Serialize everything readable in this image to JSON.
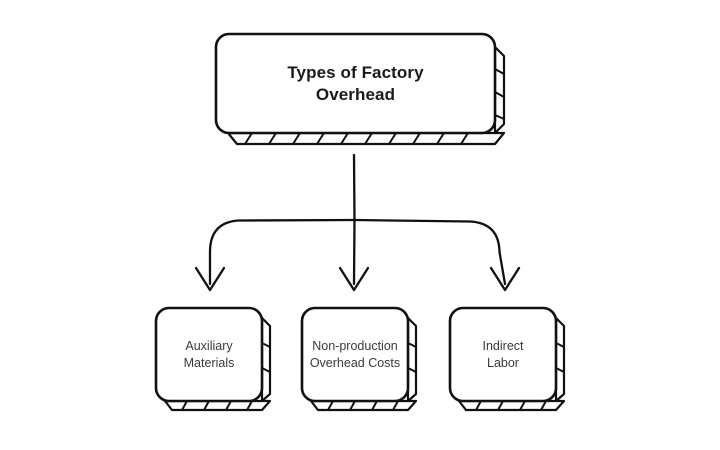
{
  "diagram": {
    "type": "hierarchy-flowchart",
    "style": "hand-drawn-sketch",
    "background_color": "#ffffff",
    "stroke_color": "#111111",
    "root": {
      "id": "root",
      "label": "Types of Factory\nOverhead",
      "text_color": "#1a1a1a",
      "shape": "rounded-rectangle-with-hatched-shadow"
    },
    "children": [
      {
        "id": "child-auxiliary-materials",
        "label": "Auxiliary\nMaterials",
        "text_color": "#3a3a3a",
        "shape": "rounded-rectangle-with-hatched-shadow"
      },
      {
        "id": "child-non-production-overhead-costs",
        "label": "Non-production\nOverhead Costs",
        "text_color": "#3a3a3a",
        "shape": "rounded-rectangle-with-hatched-shadow"
      },
      {
        "id": "child-indirect-labor",
        "label": "Indirect\nLabor",
        "text_color": "#3a3a3a",
        "shape": "rounded-rectangle-with-hatched-shadow"
      }
    ],
    "connectors": [
      {
        "id": "connector-left",
        "from": "root",
        "to": "child-auxiliary-materials",
        "arrow": "down"
      },
      {
        "id": "connector-center",
        "from": "root",
        "to": "child-non-production-overhead-costs",
        "arrow": "down"
      },
      {
        "id": "connector-right",
        "from": "root",
        "to": "child-indirect-labor",
        "arrow": "down"
      }
    ]
  }
}
